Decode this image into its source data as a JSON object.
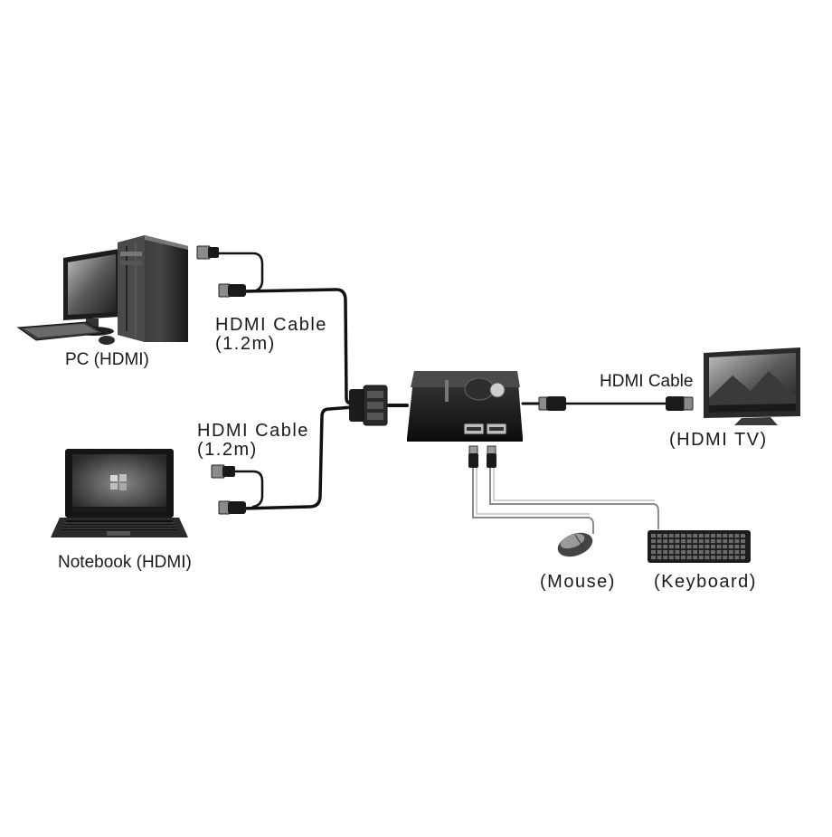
{
  "devices": {
    "pc": {
      "label": "PC (HDMI)"
    },
    "notebook": {
      "label": "Notebook (HDMI)"
    },
    "tv": {
      "label": "(HDMI TV)"
    },
    "mouse": {
      "label": "(Mouse)"
    },
    "keyboard": {
      "label": "(Keyboard)"
    }
  },
  "cables": {
    "pc_cable": {
      "label": "HDMI Cable",
      "length": "(1.2m)"
    },
    "notebook_cable": {
      "label": "HDMI Cable",
      "length": "(1.2m)"
    },
    "tv_cable": {
      "label": "HDMI Cable"
    }
  },
  "icons": [
    "desktop-pc-icon",
    "laptop-icon",
    "kvm-switch-icon",
    "tv-icon",
    "mouse-icon",
    "keyboard-icon"
  ]
}
